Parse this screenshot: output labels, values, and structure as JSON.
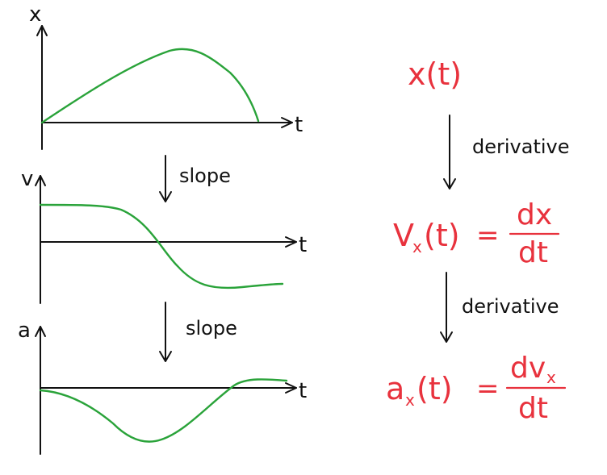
{
  "colors": {
    "curve": "#2aa33a",
    "math": "#e8323d",
    "ink": "#111111"
  },
  "graphs": {
    "position": {
      "y_label": "x",
      "t_label": "t"
    },
    "velocity": {
      "y_label": "v",
      "t_label": "t"
    },
    "acceleration": {
      "y_label": "a",
      "t_label": "t"
    }
  },
  "arrows_left": {
    "first": "slope",
    "second": "slope"
  },
  "arrows_right": {
    "first": "derivative",
    "second": "derivative"
  },
  "equations": {
    "position": "x(t)",
    "velocity": {
      "lhs_symbol": "V",
      "lhs_sub": "x",
      "lhs_arg": "(t)",
      "equals": "=",
      "num": "dx",
      "den": "dt"
    },
    "acceleration": {
      "lhs_symbol": "a",
      "lhs_sub": "x",
      "lhs_arg": "(t)",
      "equals": "=",
      "num_main": "dv",
      "num_sub": "x",
      "den": "dt"
    }
  }
}
